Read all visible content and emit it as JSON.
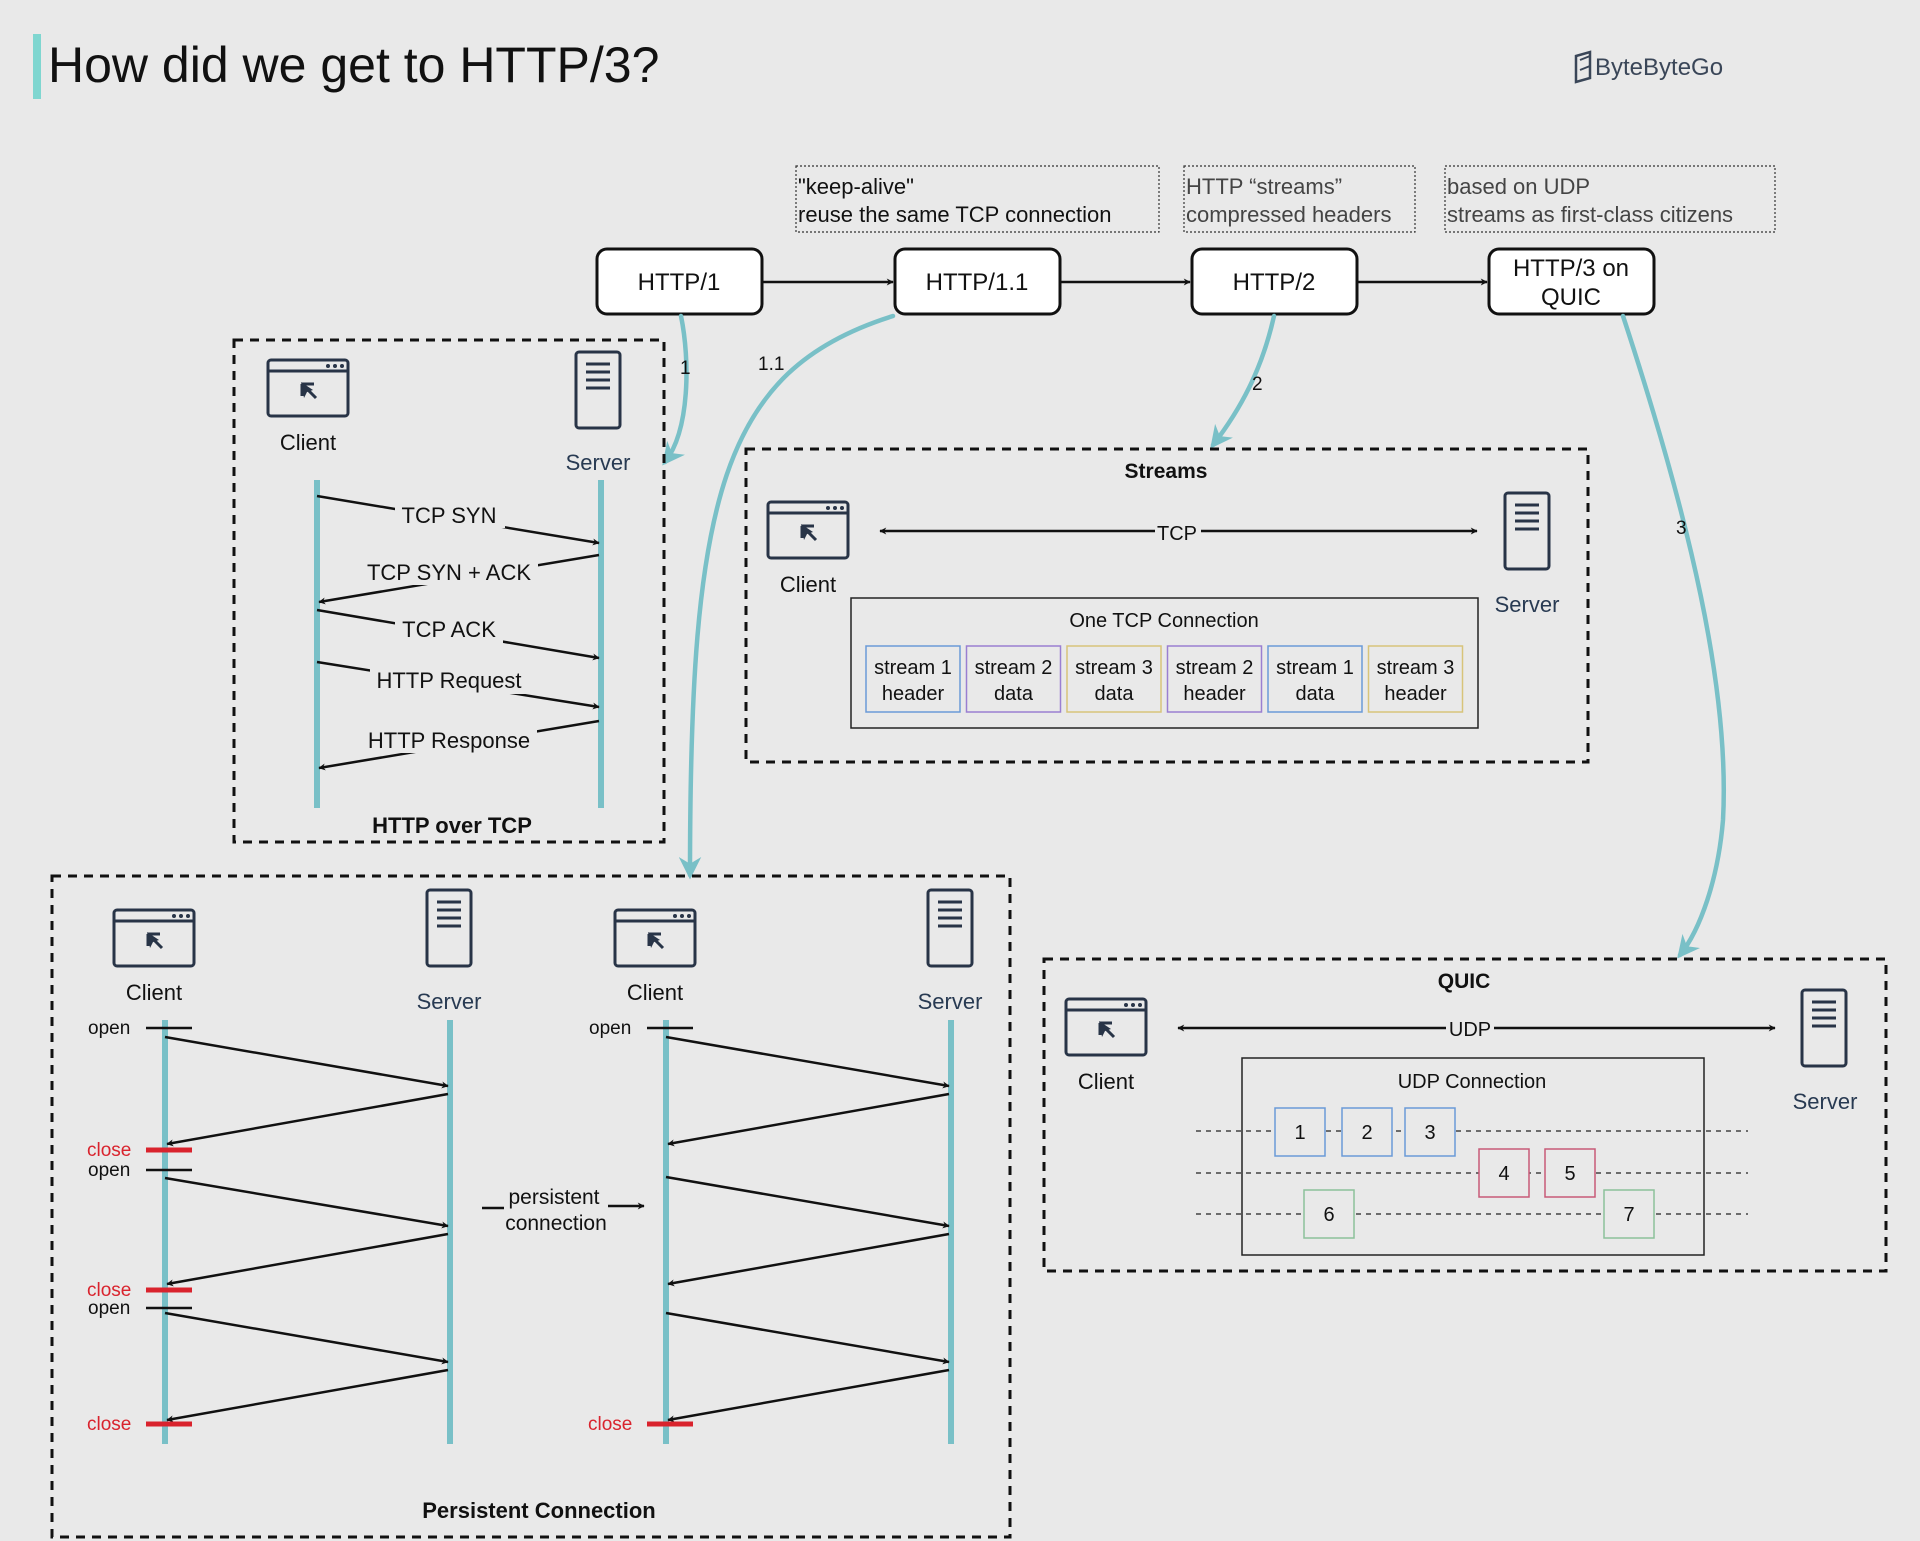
{
  "title": "How did we get to HTTP/3?",
  "brand": {
    "name": "ByteByteGo",
    "icon": "bytebytego-logo-icon"
  },
  "colors": {
    "accent": "#7fd6d0",
    "teal": "#79c0c7",
    "close_red": "#d9232d",
    "text_dark": "#283a52"
  },
  "versions": [
    {
      "label": "HTTP/1"
    },
    {
      "label": "HTTP/1.1"
    },
    {
      "label": "HTTP/2"
    },
    {
      "label_line1": "HTTP/3 on",
      "label_line2": "QUIC"
    }
  ],
  "notes": {
    "http11": {
      "line1": "\"keep-alive\"",
      "line2": "reuse the same TCP connection"
    },
    "http2": {
      "line1": "HTTP “streams”",
      "line2": "compressed headers"
    },
    "http3": {
      "line1": "based on UDP",
      "line2": "streams as first-class citizens"
    }
  },
  "link_labels": {
    "one": "1",
    "one_one": "1.1",
    "two": "2",
    "three": "3"
  },
  "http_over_tcp": {
    "title": "HTTP over TCP",
    "client": "Client",
    "server": "Server",
    "messages": [
      "TCP SYN",
      "TCP SYN + ACK",
      "TCP ACK",
      "HTTP Request",
      "HTTP Response"
    ]
  },
  "streams": {
    "title": "Streams",
    "client": "Client",
    "server": "Server",
    "protocol": "TCP",
    "connection_label": "One TCP Connection",
    "frames": [
      {
        "line1": "stream 1",
        "line2": "header",
        "color": "#6a9ad8"
      },
      {
        "line1": "stream 2",
        "line2": "data",
        "color": "#9a7fd1"
      },
      {
        "line1": "stream 3",
        "line2": "data",
        "color": "#d8c47a"
      },
      {
        "line1": "stream 2",
        "line2": "header",
        "color": "#9a7fd1"
      },
      {
        "line1": "stream 1",
        "line2": "data",
        "color": "#6a9ad8"
      },
      {
        "line1": "stream 3",
        "line2": "header",
        "color": "#d8c47a"
      }
    ]
  },
  "quic": {
    "title": "QUIC",
    "client": "Client",
    "server": "Server",
    "protocol": "UDP",
    "connection_label": "UDP Connection",
    "packets": [
      {
        "label": "1",
        "color": "#6a9ad8"
      },
      {
        "label": "2",
        "color": "#6a9ad8"
      },
      {
        "label": "3",
        "color": "#6a9ad8"
      },
      {
        "label": "4",
        "color": "#c75a78"
      },
      {
        "label": "5",
        "color": "#c75a78"
      },
      {
        "label": "6",
        "color": "#8cc19a"
      },
      {
        "label": "7",
        "color": "#8cc19a"
      }
    ]
  },
  "persistent": {
    "title": "Persistent Connection",
    "client": "Client",
    "server": "Server",
    "open": "open",
    "close": "close",
    "middle_line1": "persistent",
    "middle_line2": "connection"
  }
}
